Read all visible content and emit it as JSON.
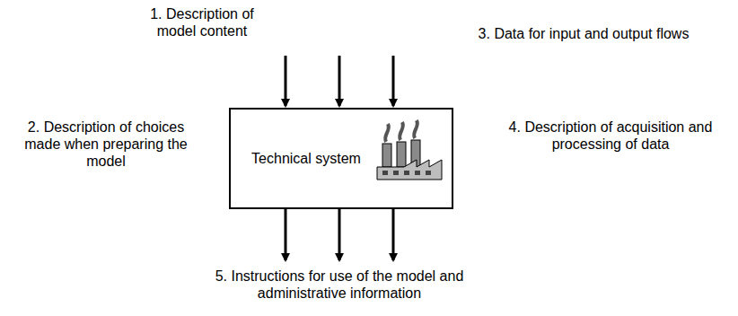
{
  "diagram": {
    "nodes": [
      {
        "text": [
          "Technical system"
        ]
      }
    ],
    "labels": [
      "1. Description of model content",
      "2. Description of choices made when preparing the model",
      "3. Data for input and output flows",
      "4. Description of acquisition and processing of data",
      "5. Instructions for use of the model and administrative information"
    ]
  }
}
